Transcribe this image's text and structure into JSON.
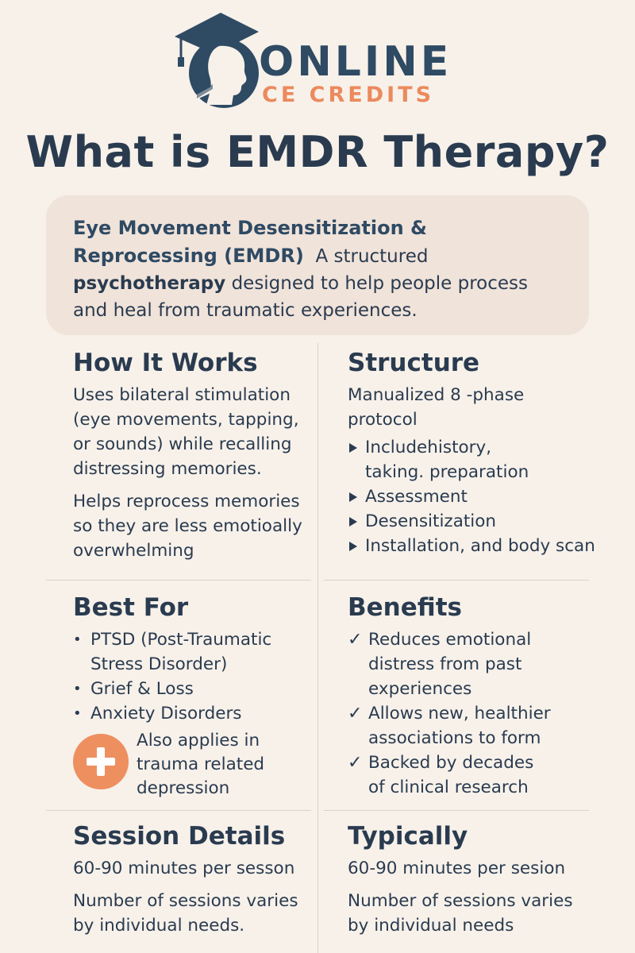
{
  "logo": {
    "line1": "ONLINE",
    "line2": "CE CREDITS",
    "icon": "graduation-cap-head-icon"
  },
  "title": "What is EMDR Therapy?",
  "intro": {
    "term": "Eye Movement Desensitization & Reprocessing (EMDR)",
    "text_before": "A structured",
    "emphasis": "psychotherapy",
    "text_after": "designed to help people process and heal from traumatic experiences."
  },
  "how_it_works": {
    "title": "How It Works",
    "para1": "Uses bilateral stimulation (eye movements, tapping, or sounds) while recalling distressing memories.",
    "para2": "Helps reprocess memories so they are less emotioally overwhelming"
  },
  "structure": {
    "title": "Structure",
    "text": "Manualized 8 -phase protocol",
    "items": [
      "Includehistory, taking. preparation",
      "Assessment",
      "Desensitization",
      "Installation, and body scan"
    ]
  },
  "best_for": {
    "title": "Best For",
    "items": [
      "PTSD (Post-Traumatic Stress Disorder)",
      "Grief & Loss",
      "Anxiety Disorders"
    ],
    "note": "Also applies in trauma related depression"
  },
  "benefits": {
    "title": "Benefits",
    "items": [
      "Reduces emotional distress from past experiences",
      "Allows new, healthier associations to form",
      "Backed by decades of clinical research"
    ]
  },
  "session_details": {
    "title": "Session Details",
    "line1": "60-90 minutes per sesson",
    "line2": "Number of sessions varies by individual needs."
  },
  "typically": {
    "title": "Typically",
    "line1": "60-90 minutes per sesion",
    "line2": "Number of sessions varies by individual needs"
  },
  "colors": {
    "background": "#f7f1ea",
    "navy": "#2a3b4f",
    "accent": "#ec8a5d",
    "box": "#f0e3da"
  }
}
